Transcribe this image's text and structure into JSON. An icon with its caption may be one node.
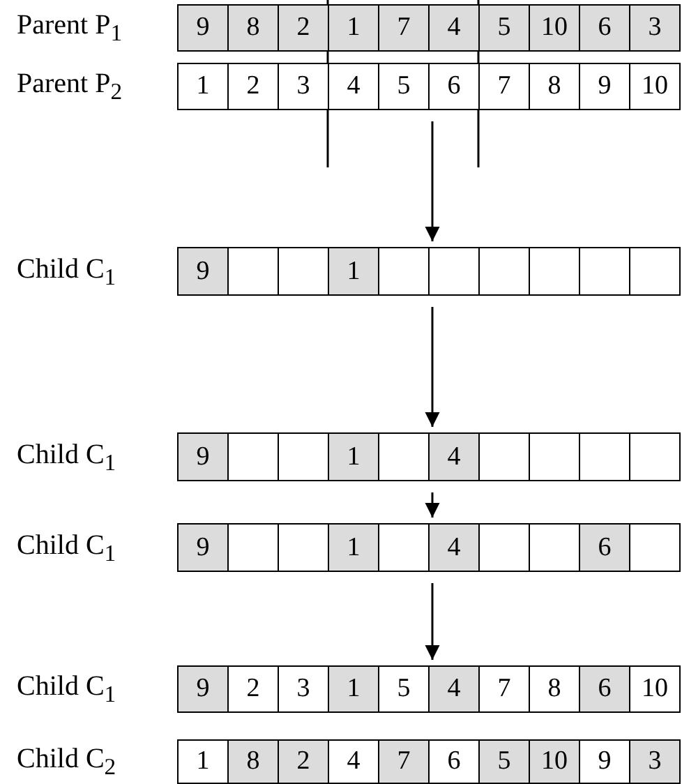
{
  "diagram": {
    "nodes": [
      {
        "text": [
          "Parent P$_{1}$"
        ]
      },
      {
        "text": [
          "9"
        ],
        "in": 0
      },
      {
        "text": [
          "8"
        ],
        "in": 0
      },
      {
        "text": [
          "2"
        ],
        "in": 0
      },
      {
        "text": [
          "1"
        ],
        "in": 0
      },
      {
        "text": [
          "7"
        ],
        "in": 0
      },
      {
        "text": [
          "4"
        ],
        "in": 0
      },
      {
        "text": [
          "5"
        ],
        "in": 0
      },
      {
        "text": [
          "10"
        ],
        "in": 0
      },
      {
        "text": [
          "6"
        ],
        "in": 0
      },
      {
        "text": [
          "3"
        ],
        "in": 0
      },
      {
        "text": [
          "Parent P$_{2}$"
        ]
      },
      {
        "text": [
          "1"
        ],
        "in": 11
      },
      {
        "text": [
          "2"
        ],
        "in": 11
      },
      {
        "text": [
          "3"
        ],
        "in": 11
      },
      {
        "text": [
          "4"
        ],
        "in": 11
      },
      {
        "text": [
          "5"
        ],
        "in": 11
      },
      {
        "text": [
          "6"
        ],
        "in": 11
      },
      {
        "text": [
          "7"
        ],
        "in": 11
      },
      {
        "text": [
          "8"
        ],
        "in": 11
      },
      {
        "text": [
          "9"
        ],
        "in": 11
      },
      {
        "text": [
          "10"
        ],
        "in": 11
      },
      {
        "text": [
          "Child C$_{1}$"
        ]
      },
      {
        "text": [
          "9"
        ],
        "in": 22
      },
      {
        "text": [],
        "shape": "box",
        "in": 22
      },
      {
        "text": [],
        "shape": "box",
        "in": 22
      },
      {
        "text": [
          "1"
        ],
        "in": 22
      },
      {
        "text": [],
        "shape": "box",
        "in": 22
      },
      {
        "text": [],
        "shape": "box",
        "in": 22
      },
      {
        "text": [],
        "shape": "box",
        "in": 22
      },
      {
        "text": [],
        "shape": "box",
        "in": 22
      },
      {
        "text": [],
        "shape": "box",
        "in": 22
      },
      {
        "text": [],
        "shape": "box",
        "in": 22
      },
      {
        "text": [
          "Child C$_{1}$"
        ]
      },
      {
        "text": [
          "9"
        ],
        "in": 33
      },
      {
        "text": [],
        "shape": "box",
        "in": 33
      },
      {
        "text": [],
        "shape": "box",
        "in": 33
      },
      {
        "text": [
          "1"
        ],
        "in": 33
      },
      {
        "text": [],
        "shape": "box",
        "in": 33
      },
      {
        "text": [
          "4"
        ],
        "in": 33
      },
      {
        "text": [],
        "shape": "box",
        "in": 33
      },
      {
        "text": [],
        "shape": "box",
        "in": 33
      },
      {
        "text": [],
        "shape": "box",
        "in": 33
      },
      {
        "text": [],
        "shape": "box",
        "in": 33
      },
      {
        "text": [
          "Child C$_{1}$"
        ]
      },
      {
        "text": [
          "9"
        ],
        "in": 44
      },
      {
        "text": [],
        "shape": "box",
        "in": 44
      },
      {
        "text": [],
        "shape": "box",
        "in": 44
      },
      {
        "text": [
          "1"
        ],
        "in": 44
      },
      {
        "text": [],
        "shape": "box",
        "in": 44
      },
      {
        "text": [
          "4"
        ],
        "in": 44
      },
      {
        "text": [],
        "shape": "box",
        "in": 44
      },
      {
        "text": [],
        "shape": "box",
        "in": 44
      },
      {
        "text": [
          "6"
        ],
        "in": 44
      },
      {
        "text": [],
        "shape": "box",
        "in": 44
      },
      {
        "text": [
          "Child C$_{1}$"
        ]
      },
      {
        "text": [
          "9"
        ],
        "in": 55
      },
      {
        "text": [
          "2"
        ],
        "in": 55
      },
      {
        "text": [
          "3"
        ],
        "in": 55
      },
      {
        "text": [
          "1"
        ],
        "in": 55
      },
      {
        "text": [
          "5"
        ],
        "in": 55
      },
      {
        "text": [
          "4"
        ],
        "in": 55
      },
      {
        "text": [
          "7"
        ],
        "in": 55
      },
      {
        "text": [
          "8"
        ],
        "in": 55
      },
      {
        "text": [
          "6"
        ],
        "in": 55
      },
      {
        "text": [
          "10"
        ],
        "in": 55
      },
      {
        "text": [
          "Child C$_{2}$"
        ]
      },
      {
        "text": [
          "1"
        ],
        "in": 66
      },
      {
        "text": [
          "8"
        ],
        "in": 66
      },
      {
        "text": [
          "2"
        ],
        "in": 66
      },
      {
        "text": [
          "4"
        ],
        "in": 66
      },
      {
        "text": [
          "7"
        ],
        "in": 66
      },
      {
        "text": [
          "6"
        ],
        "in": 66
      },
      {
        "text": [
          "5"
        ],
        "in": 66
      },
      {
        "text": [
          "10"
        ],
        "in": 66
      },
      {
        "text": [
          "9"
        ],
        "in": 66
      },
      {
        "text": [
          "3"
        ],
        "in": 66
      }
    ],
    "edges": [
      {
        "from": 11,
        "to": 22,
        "arrow": "to"
      },
      {
        "from": 22,
        "to": 33,
        "arrow": "to"
      },
      {
        "from": 33,
        "to": 44,
        "arrow": "to"
      },
      {
        "from": 44,
        "to": 55,
        "arrow": "to"
      }
    ]
  }
}
